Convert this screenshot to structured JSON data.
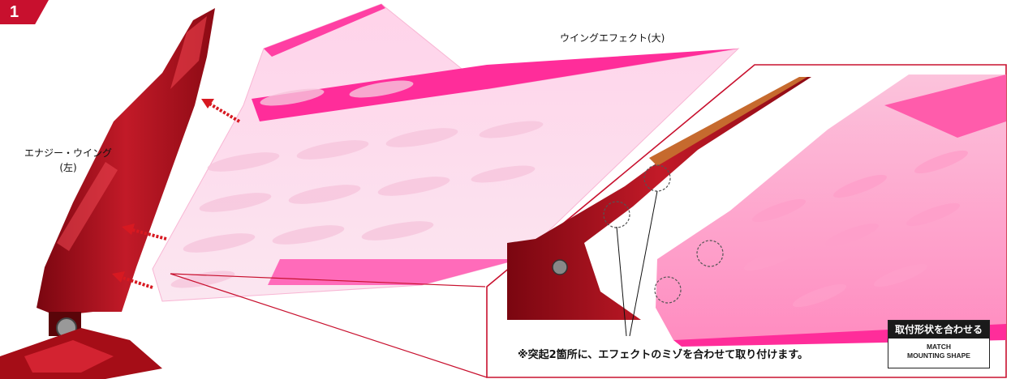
{
  "step": {
    "number": "1"
  },
  "labels": {
    "wing_effect_large": "ウイングエフェクト(大)",
    "energy_wing_line1": "エナジー・ウイング",
    "energy_wing_line2": "(左)"
  },
  "note": "※突起2箇所に、エフェクトのミゾを合わせて取り付けます。",
  "badge": {
    "title": "取付形状を合わせる",
    "line1": "MATCH",
    "line2": "MOUNTING SHAPE"
  },
  "colors": {
    "accent_red": "#c8102e",
    "effect_pink": "#ff2d9a",
    "wing_red": "#b0101c"
  },
  "icons": [
    "arrow-icon",
    "circle-callout-icon"
  ]
}
